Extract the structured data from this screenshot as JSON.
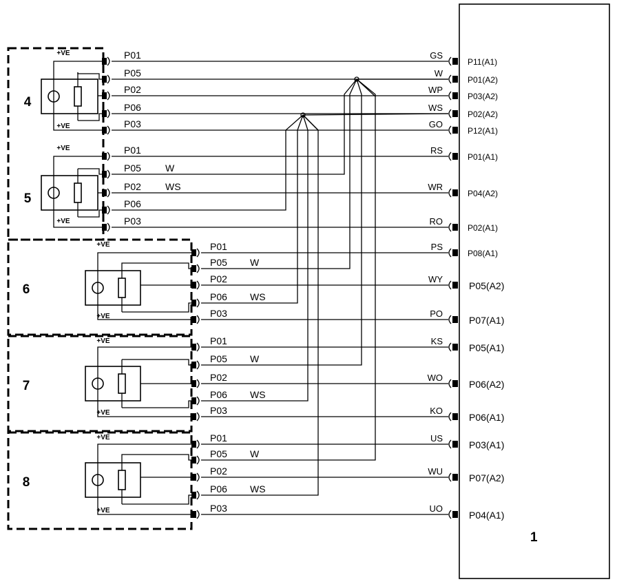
{
  "controller": {
    "number": "1",
    "pins": [
      {
        "signal": "GS",
        "pin": "P11(A1)"
      },
      {
        "signal": "W",
        "pin": "P01(A2)"
      },
      {
        "signal": "WP",
        "pin": "P03(A2)"
      },
      {
        "signal": "WS",
        "pin": "P02(A2)"
      },
      {
        "signal": "GO",
        "pin": "P12(A1)"
      },
      {
        "signal": "RS",
        "pin": "P01(A1)"
      },
      {
        "signal": "WR",
        "pin": "P04(A2)"
      },
      {
        "signal": "RO",
        "pin": "P02(A1)"
      },
      {
        "signal": "PS",
        "pin": "P08(A1)"
      },
      {
        "signal": "WY",
        "pin": "P05(A2)"
      },
      {
        "signal": "PO",
        "pin": "P07(A1)"
      },
      {
        "signal": "KS",
        "pin": "P05(A1)"
      },
      {
        "signal": "WO",
        "pin": "P06(A2)"
      },
      {
        "signal": "KO",
        "pin": "P06(A1)"
      },
      {
        "signal": "US",
        "pin": "P03(A1)"
      },
      {
        "signal": "WU",
        "pin": "P07(A2)"
      },
      {
        "signal": "UO",
        "pin": "P04(A1)"
      }
    ]
  },
  "modules": [
    {
      "number": "4",
      "plus_label": "+VE",
      "wires": [
        {
          "pin": "P01",
          "sig": ""
        },
        {
          "pin": "P05",
          "sig": ""
        },
        {
          "pin": "P02",
          "sig": ""
        },
        {
          "pin": "P06",
          "sig": ""
        },
        {
          "pin": "P03",
          "sig": ""
        }
      ]
    },
    {
      "number": "5",
      "plus_label": "+VE",
      "wires": [
        {
          "pin": "P01",
          "sig": ""
        },
        {
          "pin": "P05",
          "sig": "W"
        },
        {
          "pin": "P02",
          "sig": "WS"
        },
        {
          "pin": "P06",
          "sig": ""
        },
        {
          "pin": "P03",
          "sig": ""
        }
      ]
    },
    {
      "number": "6",
      "plus_label": "+VE",
      "wires": [
        {
          "pin": "P01",
          "sig": ""
        },
        {
          "pin": "P05",
          "sig": "W"
        },
        {
          "pin": "P02",
          "sig": ""
        },
        {
          "pin": "P06",
          "sig": "WS"
        },
        {
          "pin": "P03",
          "sig": ""
        }
      ]
    },
    {
      "number": "7",
      "plus_label": "+VE",
      "wires": [
        {
          "pin": "P01",
          "sig": ""
        },
        {
          "pin": "P05",
          "sig": "W"
        },
        {
          "pin": "P02",
          "sig": ""
        },
        {
          "pin": "P06",
          "sig": "WS"
        },
        {
          "pin": "P03",
          "sig": ""
        }
      ]
    },
    {
      "number": "8",
      "plus_label": "+VE",
      "wires": [
        {
          "pin": "P01",
          "sig": ""
        },
        {
          "pin": "P05",
          "sig": "W"
        },
        {
          "pin": "P02",
          "sig": ""
        },
        {
          "pin": "P06",
          "sig": "WS"
        },
        {
          "pin": "P03",
          "sig": ""
        }
      ]
    }
  ]
}
